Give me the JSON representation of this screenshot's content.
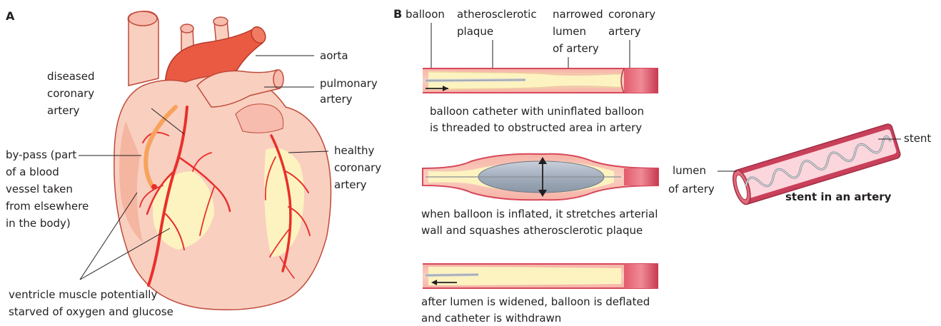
{
  "panel_a": {
    "letter": "A",
    "labels": {
      "aorta": "aorta",
      "pulmonary_artery": [
        "pulmonary",
        "artery"
      ],
      "diseased_coronary_artery": [
        "diseased",
        "coronary",
        "artery"
      ],
      "bypass": [
        "by-pass (part",
        "of a blood",
        "vessel taken",
        "from elsewhere",
        "in the body)"
      ],
      "healthy_coronary_artery": [
        "healthy",
        "coronary",
        "artery"
      ],
      "ventricle_muscle": [
        "ventricle muscle potentially",
        "starved of oxygen and glucose"
      ]
    }
  },
  "panel_b": {
    "letter": "B",
    "labels": {
      "balloon": "balloon",
      "atherosclerotic_plaque": [
        "atherosclerotic",
        "plaque"
      ],
      "narrowed_lumen": [
        "narrowed",
        "lumen",
        "of artery"
      ],
      "coronary_artery": [
        "coronary",
        "artery"
      ]
    },
    "captions": {
      "step1": [
        "balloon catheter with uninflated balloon",
        "is threaded to obstructed area in artery"
      ],
      "step2": [
        "when balloon is inflated, it stretches arterial",
        "wall and squashes atherosclerotic plaque"
      ],
      "step3": [
        "after lumen is widened, balloon is deflated",
        "and catheter is withdrawn"
      ]
    },
    "stent": {
      "label": "stent",
      "lumen_label": [
        "lumen",
        "of artery"
      ],
      "caption": "stent in an artery"
    }
  },
  "colors": {
    "heart_fill": "#f9cfc0",
    "heart_shade": "#f2a994",
    "aorta": "#ea5a43",
    "coronary_artery": "#e8302a",
    "bypass": "#f7a35c",
    "plaque": "#fdf3c0",
    "artery_wall": "#d8475b",
    "balloon": "#a8b3c2",
    "stent_wire": "#8a8f96"
  }
}
